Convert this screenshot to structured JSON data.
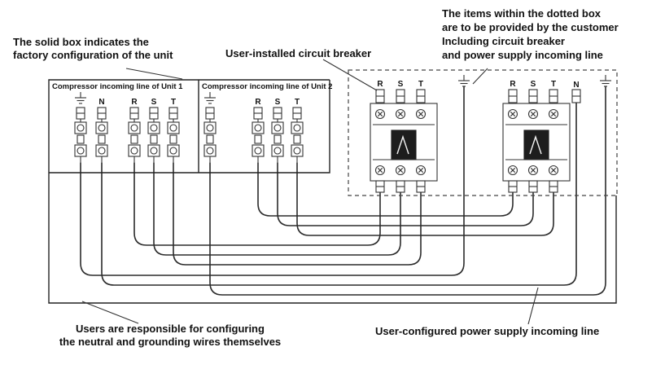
{
  "annotations": {
    "factory_box": {
      "lines": [
        "The solid box indicates the",
        "factory configuration of the unit"
      ]
    },
    "breaker": {
      "text": "User-installed circuit breaker"
    },
    "dotted_box": {
      "lines": [
        "The items within the dotted box",
        "are to be provided by the customer",
        "Including circuit breaker",
        "and power supply incoming line"
      ]
    },
    "neutral_ground": {
      "lines": [
        "Users are responsible for configuring",
        "the neutral and grounding wires themselves"
      ]
    },
    "supply_line": {
      "text": "User-configured power supply incoming line"
    }
  },
  "diagram": {
    "unit1_label": "Compressor incoming line of Unit 1",
    "unit2_label": "Compressor incoming line of Unit 2",
    "terminal_labels": {
      "r": "R",
      "s": "S",
      "t": "T",
      "n": "N"
    },
    "icons": {
      "ground": "earth-ground-symbol"
    },
    "colors": {
      "line": "#333333",
      "text": "#111111",
      "background": "#ffffff"
    }
  }
}
